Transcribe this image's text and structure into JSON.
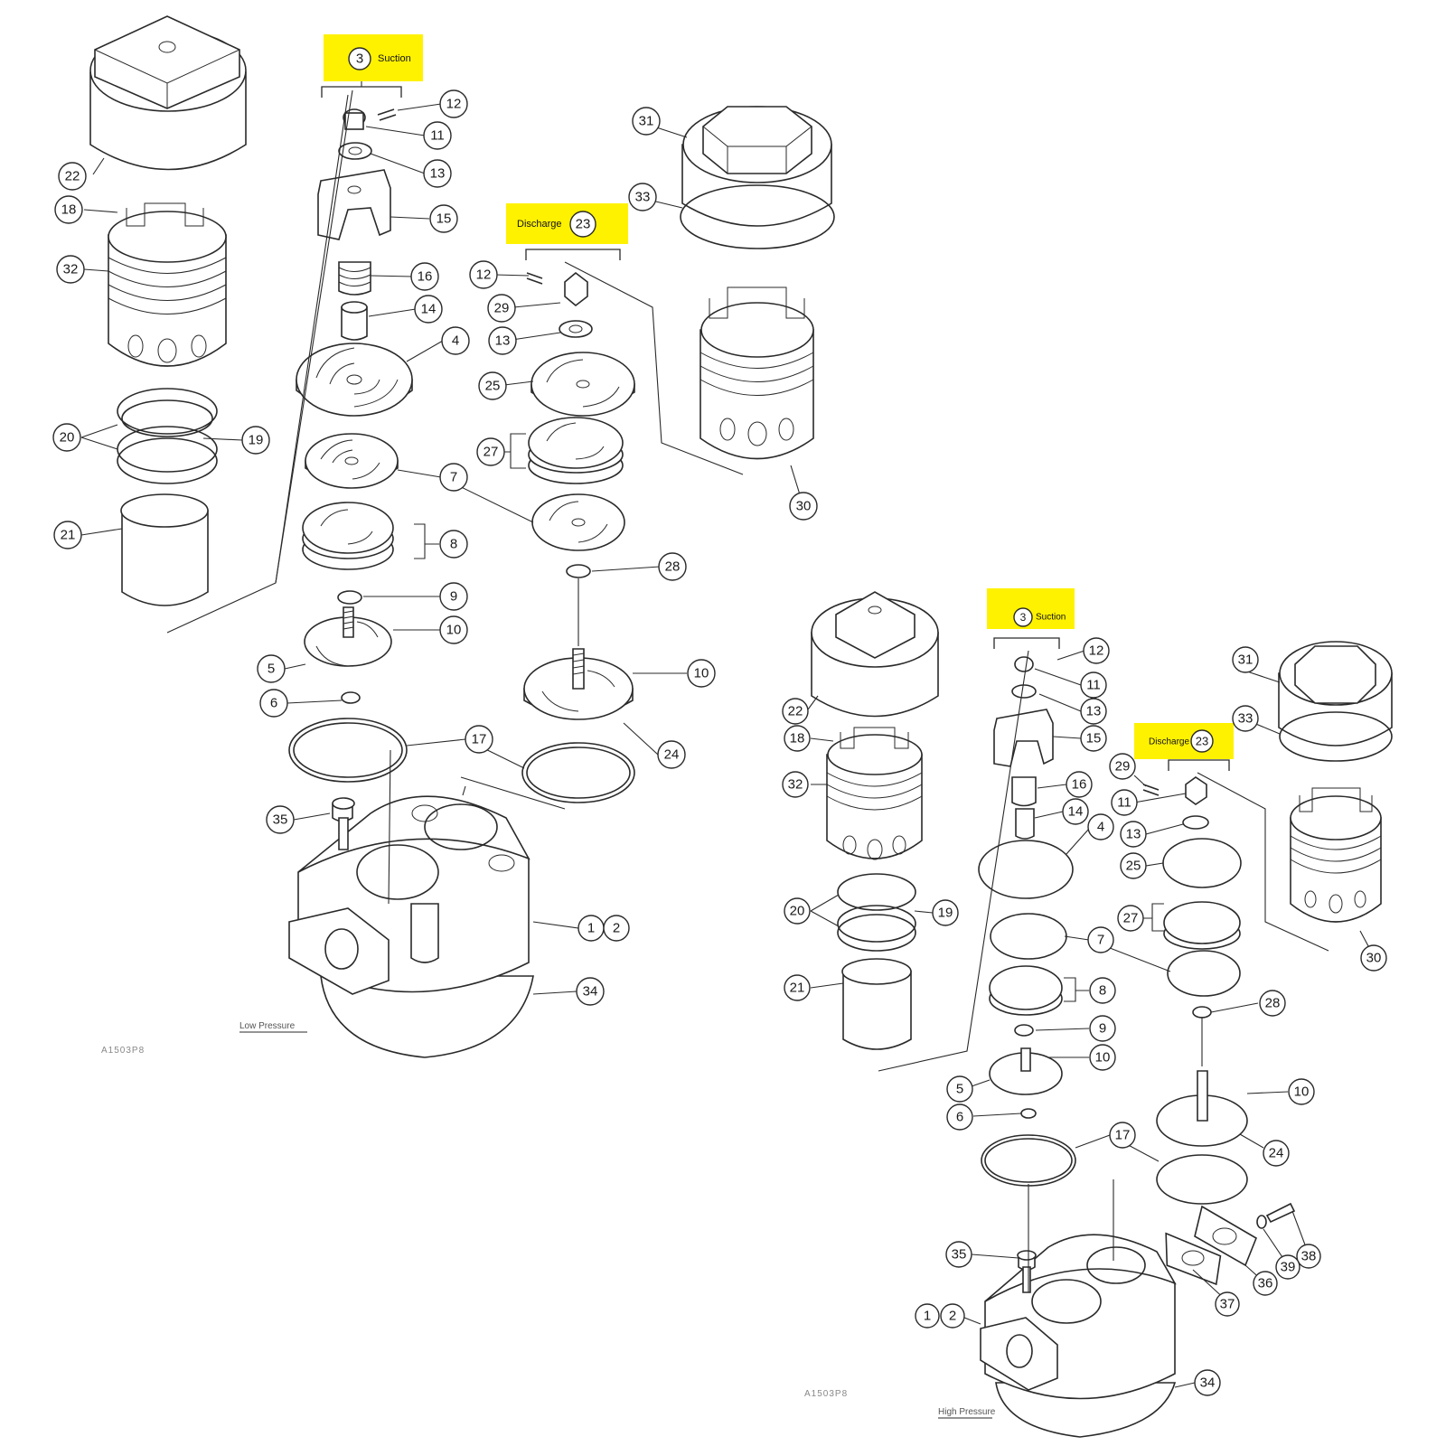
{
  "groups": {
    "suction": {
      "number": "3",
      "label": "Suction"
    },
    "discharge": {
      "number": "23",
      "label": "Discharge"
    }
  },
  "captions": {
    "low_pressure": "Low Pressure",
    "high_pressure": "High Pressure",
    "figure_code_left": "A1503P8",
    "figure_code_right": "A1503P8"
  },
  "left_callouts": [
    "22",
    "18",
    "32",
    "20",
    "19",
    "21",
    "12",
    "11",
    "13",
    "15",
    "16",
    "14",
    "4",
    "7",
    "8",
    "9",
    "10",
    "5",
    "6",
    "17",
    "35",
    "1",
    "2",
    "34",
    "12",
    "29",
    "13",
    "25",
    "27",
    "28",
    "10",
    "24",
    "31",
    "33",
    "30"
  ],
  "right_callouts": [
    "22",
    "18",
    "32",
    "20",
    "19",
    "21",
    "12",
    "11",
    "13",
    "15",
    "16",
    "14",
    "4",
    "7",
    "8",
    "9",
    "10",
    "5",
    "6",
    "17",
    "35",
    "1",
    "2",
    "34",
    "29",
    "11",
    "13",
    "25",
    "27",
    "28",
    "10",
    "24",
    "31",
    "33",
    "30",
    "36",
    "37",
    "38",
    "39",
    "36"
  ],
  "colors": {
    "highlight": "#fff200",
    "line": "#2a2a2a"
  }
}
